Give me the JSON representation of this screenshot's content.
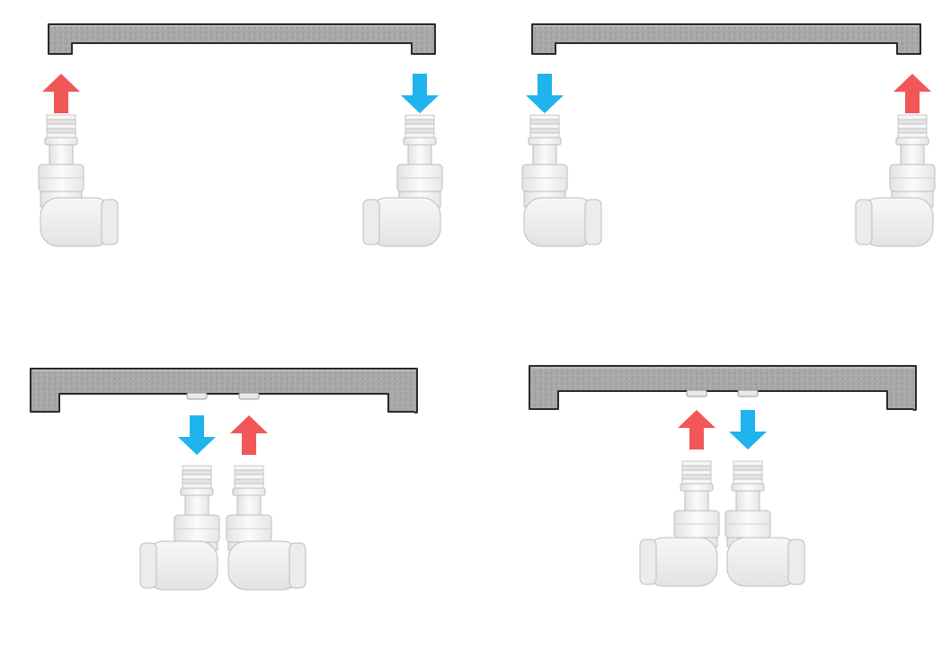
{
  "colors": {
    "background": "#ffffff",
    "radiator_fill": "#a8a8a8",
    "radiator_outline": "#2a2a2a",
    "valve_fill": "#f3f3f3",
    "valve_outline": "#bdbdbd",
    "flow_out_arrow": "#f25757",
    "flow_in_arrow": "#1fb4ee"
  },
  "arrow_meaning": {
    "up": "flow-out-arrow",
    "down": "flow-in-arrow"
  },
  "panels": [
    {
      "id": "side-connection-left-out-right-in",
      "connection": "side",
      "arrows": [
        "up",
        "down"
      ],
      "elbow_directions": [
        "right",
        "left"
      ]
    },
    {
      "id": "side-connection-left-in-right-out",
      "connection": "side",
      "arrows": [
        "down",
        "up"
      ],
      "elbow_directions": [
        "right",
        "left"
      ]
    },
    {
      "id": "bottom-connection-left-in-right-out",
      "connection": "bottom",
      "arrows": [
        "down",
        "up"
      ],
      "elbow_directions": [
        "left",
        "right"
      ]
    },
    {
      "id": "bottom-connection-left-out-right-in",
      "connection": "bottom",
      "arrows": [
        "up",
        "down"
      ],
      "elbow_directions": [
        "left",
        "right"
      ]
    }
  ]
}
